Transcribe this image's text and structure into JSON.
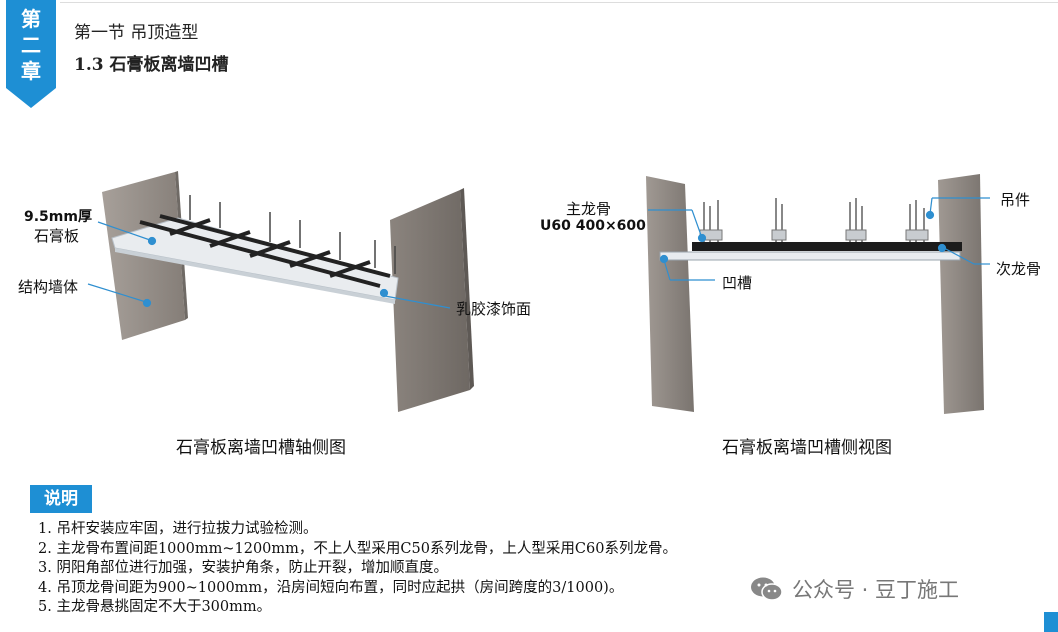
{
  "chapter": {
    "chars": [
      "第",
      "二",
      "章"
    ]
  },
  "header": {
    "section": "第一节  吊顶造型",
    "subsection": "1.3 石膏板离墙凹槽"
  },
  "left_figure": {
    "labels": {
      "gypsum": "9.5mm厚\n石膏板",
      "gypsum_line1": "9.5mm厚",
      "gypsum_line2": "石膏板",
      "wall": "结构墙体",
      "paint": "乳胶漆饰面"
    },
    "caption": "石膏板离墙凹槽轴侧图"
  },
  "right_figure": {
    "labels": {
      "main_keel_line1": "主龙骨",
      "main_keel_line2": "U60  400×600",
      "hanger": "吊件",
      "groove": "凹槽",
      "sub_keel": "次龙骨"
    },
    "caption": "石膏板离墙凹槽侧视图"
  },
  "notes": {
    "title": "说明",
    "items": [
      "1. 吊杆安装应牢固，进行拉拔力试验检测。",
      "2. 主龙骨布置间距1000mm~1200mm，不上人型采用C50系列龙骨，上人型采用C60系列龙骨。",
      "3. 阴阳角部位进行加强，安装护角条，防止开裂，增加顺直度。",
      "4. 吊顶龙骨间距为900~1000mm，沿房间短向布置，同时应起拱（房间跨度的3/1000)。",
      "5. 主龙骨悬挑固定不大于300mm。"
    ]
  },
  "watermark": {
    "text": "公众号 · 豆丁施工",
    "icon": "wechat-icon"
  },
  "colors": {
    "accent": "#1e8fd4",
    "leader": "#2f8fd0",
    "concrete": "#8c8580"
  }
}
